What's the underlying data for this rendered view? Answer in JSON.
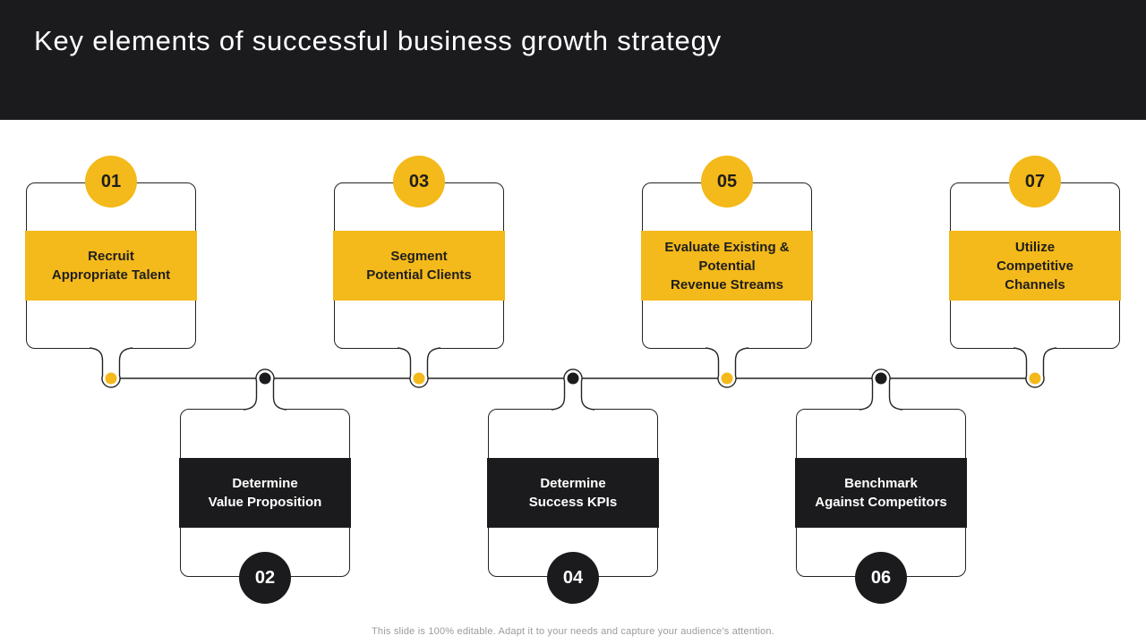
{
  "slide": {
    "title": "Key elements of successful business growth strategy",
    "footer_note": "This slide is 100% editable.  Adapt it to your needs and capture your audience's attention."
  },
  "colors": {
    "accent_yellow": "#f4b91a",
    "dark": "#1b1b1d",
    "background": "#ffffff",
    "footer_gray": "#9b9b9b"
  },
  "steps": [
    {
      "number": "01",
      "label": "Recruit\nAppropriate Talent",
      "position": "top",
      "theme": "yellow"
    },
    {
      "number": "02",
      "label": "Determine\nValue Proposition",
      "position": "bottom",
      "theme": "dark"
    },
    {
      "number": "03",
      "label": "Segment\nPotential Clients",
      "position": "top",
      "theme": "yellow"
    },
    {
      "number": "04",
      "label": "Determine\nSuccess KPIs",
      "position": "bottom",
      "theme": "dark"
    },
    {
      "number": "05",
      "label": "Evaluate Existing &\nPotential\nRevenue Streams",
      "position": "top",
      "theme": "yellow"
    },
    {
      "number": "06",
      "label": "Benchmark\nAgainst Competitors",
      "position": "bottom",
      "theme": "dark"
    },
    {
      "number": "07",
      "label": "Utilize\nCompetitive\nChannels",
      "position": "top",
      "theme": "yellow"
    }
  ]
}
